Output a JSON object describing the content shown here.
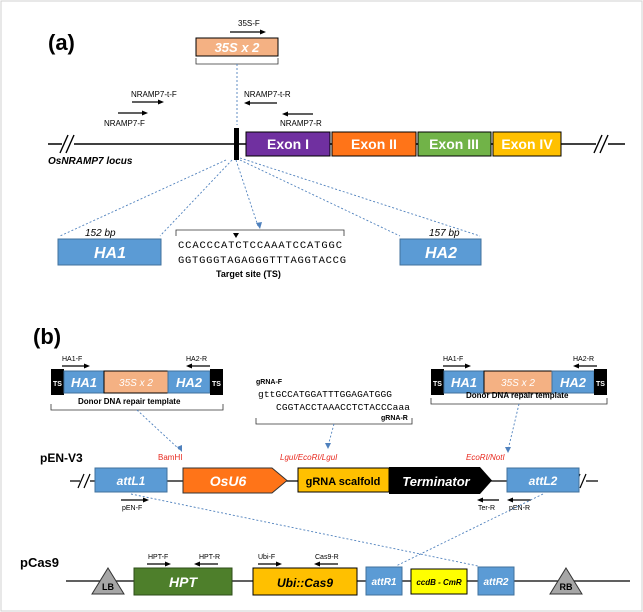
{
  "panel_a": {
    "label": "(a)",
    "promoter": "35S x 2",
    "primer_35s_f": "35S-F",
    "primer_t_f": "NRAMP7-t-F",
    "primer_f": "NRAMP7-F",
    "primer_t_r": "NRAMP7-t-R",
    "primer_r": "NRAMP7-R",
    "locus": "OsNRAMP7 locus",
    "exons": [
      "Exon I",
      "Exon II",
      "Exon III",
      "Exon IV"
    ],
    "exon_colors": [
      "#7030a0",
      "#ff7418",
      "#71b348",
      "#ffc000"
    ],
    "ha1_len": "152 bp",
    "ha1": "HA1",
    "ha2_len": "157 bp",
    "ha2": "HA2",
    "seq_top": "CCACCCATCTCCAAATCCATGGC",
    "seq_bottom": "GGTGGGTAGAGGGTTTAGGTACCG",
    "target_label": "Target site (TS)"
  },
  "panel_b": {
    "label": "(b)",
    "donor": {
      "ts": "TS",
      "ha1": "HA1",
      "mid": "35S x 2",
      "ha2": "HA2",
      "primer_f": "HA1-F",
      "primer_r": "HA2-R",
      "caption": "Donor DNA repair template"
    },
    "grna": {
      "f_label": "gRNA-F",
      "seq_top": "gttGCCATGGATTTGGAGATGGG",
      "seq_bottom": "CGGTACCTAAACCTCTACCCaaa",
      "r_label": "gRNA-R"
    },
    "pen": {
      "name": "pEN-V3",
      "sites": [
        "BamHI",
        "LguI/EcoRI/LguI",
        "EcoRI/NotI"
      ],
      "attl1": "attL1",
      "osu6": "OsU6",
      "scaffold": "gRNA scalfold",
      "terminator": "Terminator",
      "attl2": "attL2",
      "primers": [
        "pEN-F",
        "Ter-R",
        "pEN-R"
      ]
    },
    "pcas9": {
      "name": "pCas9",
      "lb": "LB",
      "hpt": "HPT",
      "ubi": "Ubi::Cas9",
      "attr1": "attR1",
      "ccdb": "ccdB - CmR",
      "attr2": "attR2",
      "rb": "RB",
      "primers": [
        "HPT-F",
        "HPT-R",
        "Ubi-F",
        "Cas9-R"
      ]
    },
    "colors": {
      "blue": "#5b9bd5",
      "orange": "#ff7418",
      "yellow": "#ffc000",
      "ccdb": "#ffff00",
      "green": "#4e7f2b",
      "salmon": "#f4b183",
      "site_red": "#e8281e"
    }
  }
}
